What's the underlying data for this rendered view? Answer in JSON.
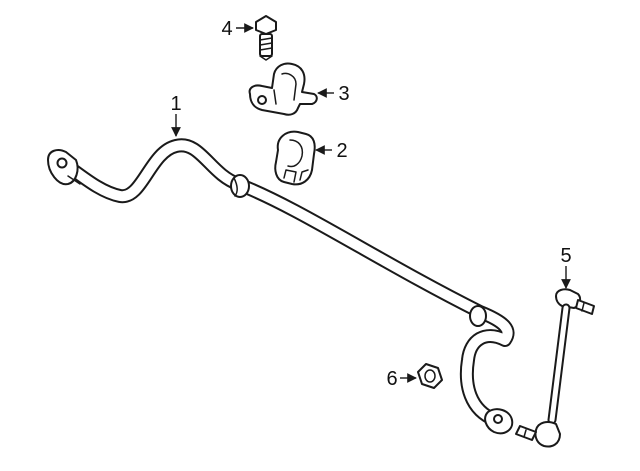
{
  "callouts": {
    "c1": "1",
    "c2": "2",
    "c3": "3",
    "c4": "4",
    "c5": "5",
    "c6": "6"
  },
  "parts": [
    {
      "callout": "1",
      "name": "stabilizer-bar"
    },
    {
      "callout": "2",
      "name": "bushing"
    },
    {
      "callout": "3",
      "name": "bushing-bracket"
    },
    {
      "callout": "4",
      "name": "bolt"
    },
    {
      "callout": "5",
      "name": "stabilizer-link"
    },
    {
      "callout": "6",
      "name": "nut"
    }
  ],
  "colors": {
    "line": "#1a1a1a",
    "background": "#ffffff"
  }
}
